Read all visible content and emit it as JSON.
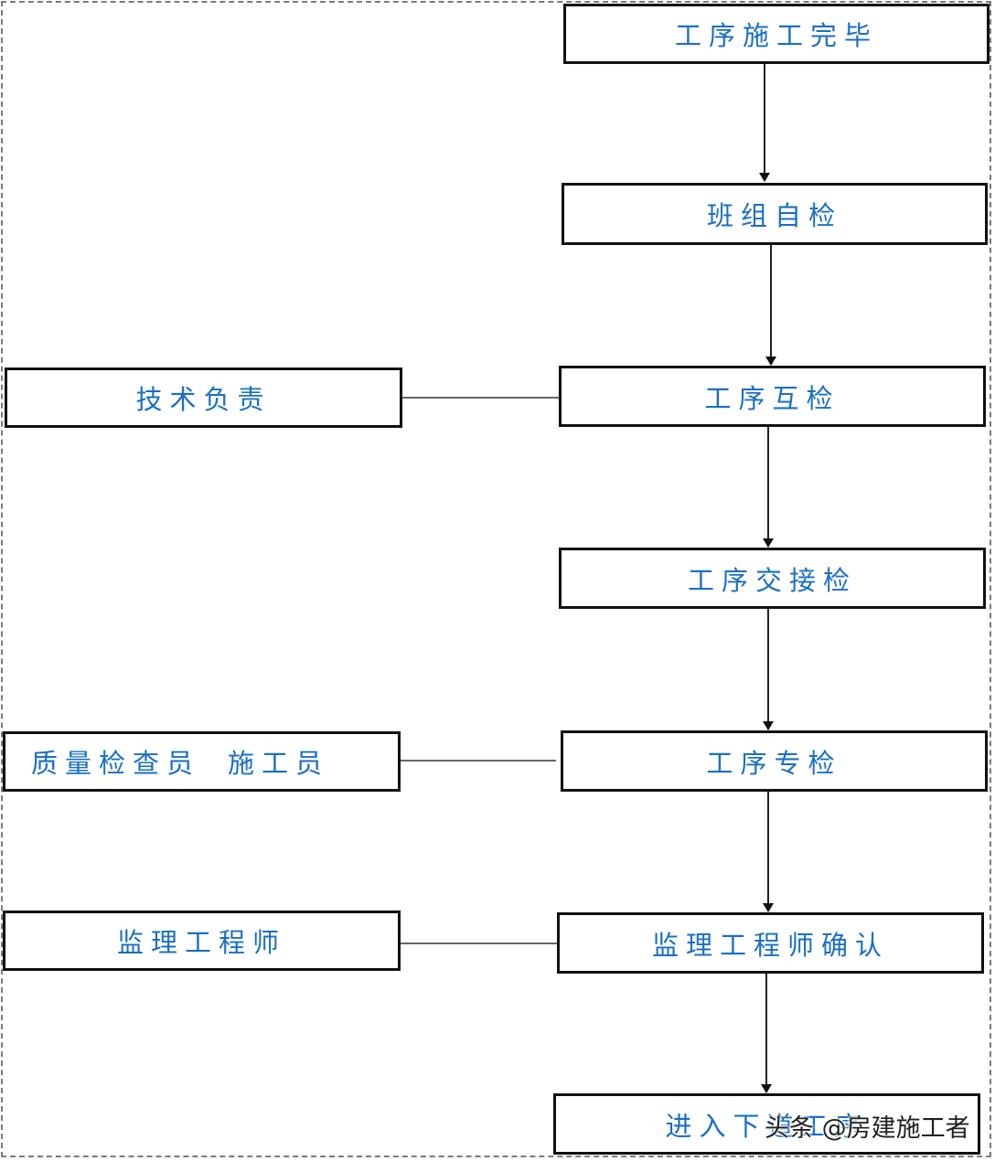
{
  "flow": {
    "step1": "工序施工完毕",
    "step2": "班组自检",
    "step3": "工序互检",
    "step4": "工序交接检",
    "step5": "工序专检",
    "step6": "监理工程师确认",
    "step7": "进入下道工序"
  },
  "side": {
    "tech": "技术负责",
    "qc_a": "质量检查员",
    "qc_b": "施工员",
    "supervisor": "监理工程师"
  },
  "watermark": "头条 @房建施工者",
  "colors": {
    "text": "#1a6fc4",
    "border": "#111111",
    "line": "#222222"
  }
}
